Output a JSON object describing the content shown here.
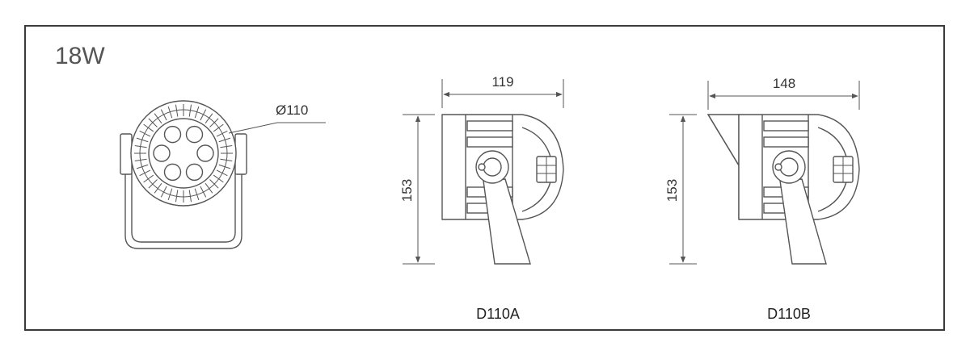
{
  "title": "18W",
  "front_view": {
    "diameter_label": "Ø110",
    "led_count": 6,
    "fin_count": 40
  },
  "model_a": {
    "name": "D110A",
    "width_label": "119",
    "height_label": "153"
  },
  "model_b": {
    "name": "D110B",
    "width_label": "148",
    "height_label": "153"
  },
  "colors": {
    "line": "#555555",
    "frame": "#3a3a3a",
    "text": "#333333"
  }
}
